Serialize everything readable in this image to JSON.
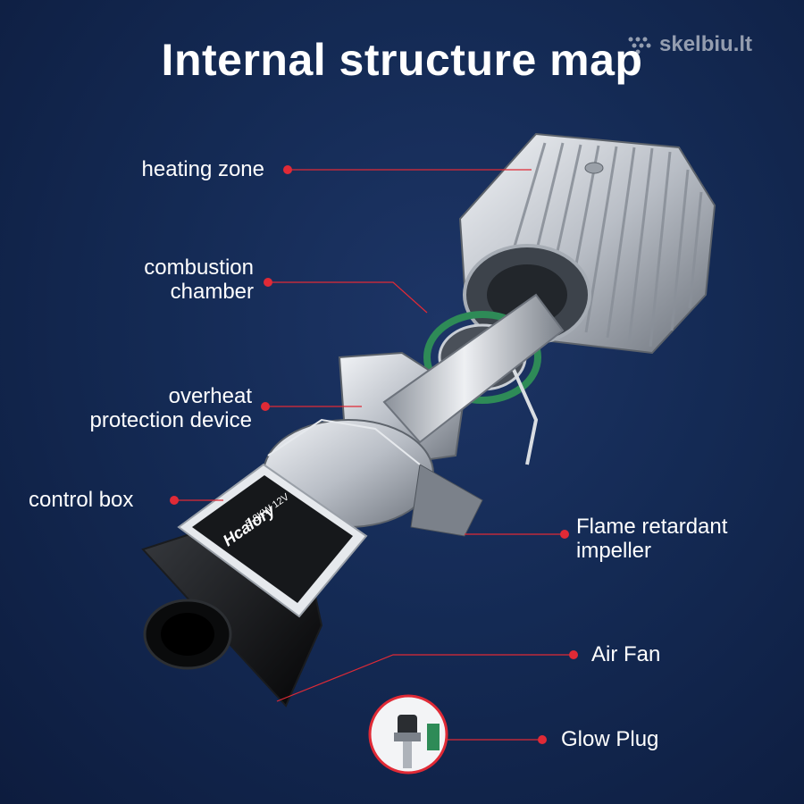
{
  "title": "Internal structure map",
  "watermark": "skelbiu.lt",
  "accent_color": "#e02a36",
  "labels": {
    "heating_zone": "heating zone",
    "combustion_line1": "combustion",
    "combustion_line2": "chamber",
    "overheat_line1": "overheat",
    "overheat_line2": "protection device",
    "control_box": "control box",
    "flame_line1": "Flame retardant",
    "flame_line2": "impeller",
    "air_fan": "Air Fan",
    "glow_plug": "Glow Plug"
  },
  "product_marking": {
    "brand": "Hcalory",
    "spec": "5-8KW 12V"
  }
}
